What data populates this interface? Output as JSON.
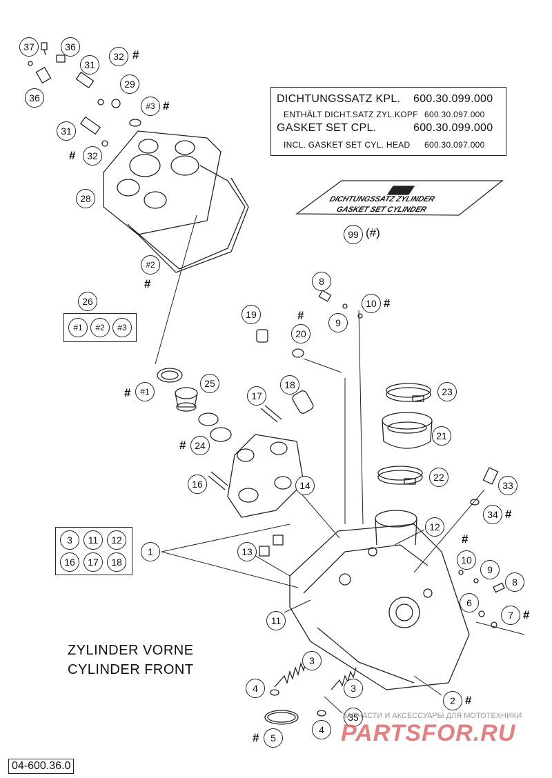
{
  "gasket_set": {
    "line1_label": "DICHTUNGSSATZ KPL.",
    "line1_number": "600.30.099.000",
    "line2_label": "ENTHÄLT DICHT.SATZ ZYL.KOPF",
    "line2_number": "600.30.097.000",
    "line3_label": "GASKET SET CPL.",
    "line3_number": "600.30.099.000",
    "line4_label": "INCL. GASKET SET CYL. HEAD",
    "line4_number": "600.30.097.000"
  },
  "kit_card": {
    "line1": "DICHTUNGSSATZ ZYLINDER",
    "line2": "GASKET SET CYLINDER",
    "part_label": "(#)"
  },
  "title": {
    "line1": "ZYLINDER VORNE",
    "line2": "CYLINDER FRONT"
  },
  "diagram_code": "04-600.36.0",
  "watermark": {
    "line1": "ЗАПЧАСТИ И АКСЕССУАРЫ ДЛЯ МОТОТЕХНИКИ",
    "line2": "PARTSFOR.RU"
  },
  "hash_symbol": "#",
  "group_26": {
    "callout": "26",
    "items": [
      "#1",
      "#2",
      "#3"
    ]
  },
  "group_1": {
    "callout": "1",
    "items": [
      "3",
      "11",
      "12",
      "16",
      "17",
      "18"
    ]
  },
  "callouts": {
    "c37": "37",
    "c36a": "36",
    "c36b": "36",
    "c32a": "32",
    "c31a": "31",
    "c29": "29",
    "c3h": "#3",
    "c31b": "31",
    "c32b": "32",
    "c28": "28",
    "c2h": "#2",
    "c99": "99",
    "c8a": "8",
    "c10a": "10",
    "c19": "19",
    "c9a": "9",
    "c20": "20",
    "c18": "18",
    "c1h": "#1",
    "c25": "25",
    "c23": "23",
    "c17": "17",
    "c21": "21",
    "c24": "24",
    "c22": "22",
    "c16": "16",
    "c14": "14",
    "c33": "33",
    "c34": "34",
    "c12": "12",
    "c13": "13",
    "c10b": "10",
    "c9b": "9",
    "c8b": "8",
    "c6": "6",
    "c7": "7",
    "c11": "11",
    "c3a": "3",
    "c4a": "4",
    "c3b": "3",
    "c2": "2",
    "c35": "35",
    "c5": "5",
    "c4b": "4"
  }
}
